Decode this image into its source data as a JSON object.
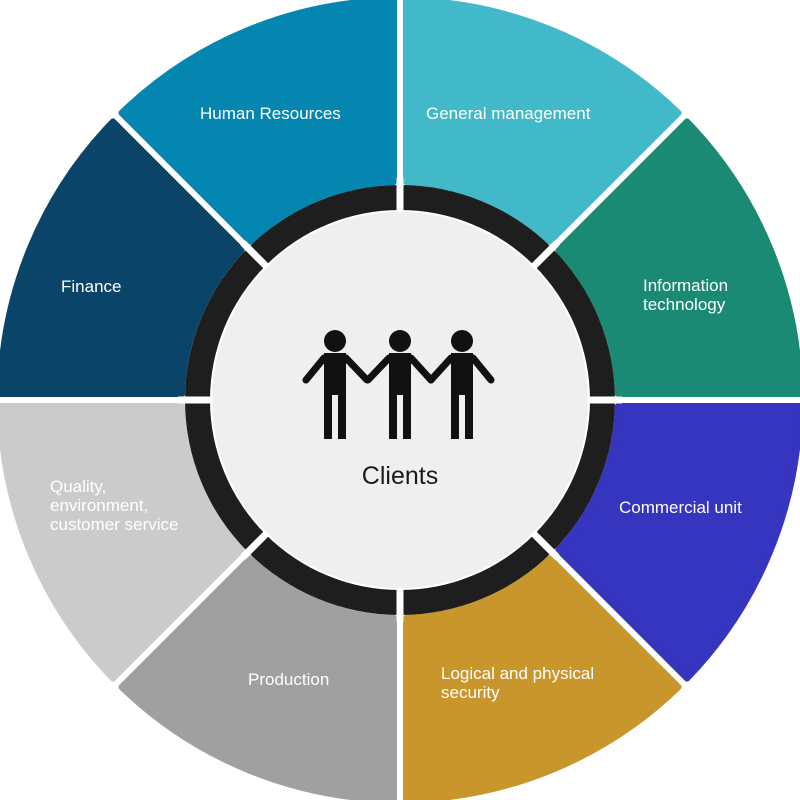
{
  "center": {
    "label": "Clients",
    "icon": "three-people-holding-hands-icon"
  },
  "segments": [
    {
      "id": "general-management",
      "label": "General management",
      "color": "#42b9c8"
    },
    {
      "id": "information-technology",
      "label": "Information\ntechnology",
      "color": "#1b8a74"
    },
    {
      "id": "commercial-unit",
      "label": "Commercial unit",
      "color": "#3535c0"
    },
    {
      "id": "logical-physical-security",
      "label": "Logical and physical\nsecurity",
      "color": "#c8962a"
    },
    {
      "id": "production",
      "label": "Production",
      "color": "#a0a0a0"
    },
    {
      "id": "quality-environment",
      "label": "Quality,\nenvironment,\ncustomer service",
      "color": "#cbcbcb"
    },
    {
      "id": "finance",
      "label": "Finance",
      "color": "#0a4468"
    },
    {
      "id": "human-resources",
      "label": "Human Resources",
      "color": "#0586b0"
    }
  ],
  "colors": {
    "ring": "#1e1e1e",
    "hub": "#efefef",
    "icon": "#111111"
  }
}
